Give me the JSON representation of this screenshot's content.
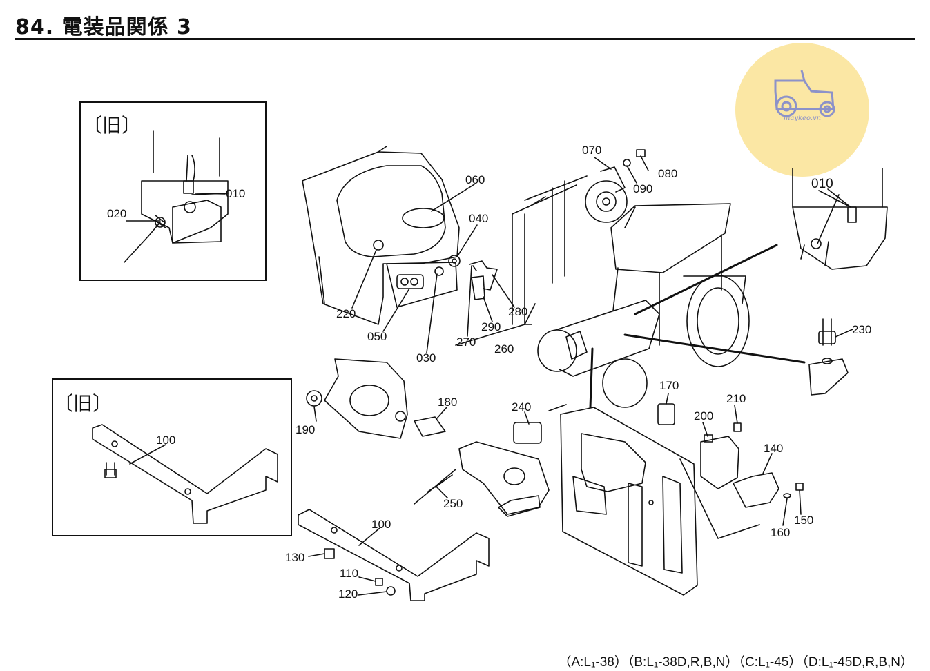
{
  "header": {
    "title": "84. 電装品関係 3"
  },
  "watermark": {
    "text": "maykeo.vn",
    "icon": "tractor-icon",
    "color": "#fbe7a4"
  },
  "insets": {
    "top": {
      "label": "〔旧〕"
    },
    "bottom": {
      "label": "〔旧〕"
    }
  },
  "callouts": {
    "inset_top_010": "010",
    "inset_top_020": "020",
    "p060": "060",
    "p040": "040",
    "p220": "220",
    "p050": "050",
    "p030": "030",
    "p270": "270",
    "p290": "290",
    "p280": "280",
    "p260": "260",
    "p070": "070",
    "p080": "080",
    "p090": "090",
    "p010_right": "010",
    "p230": "230",
    "p170": "170",
    "p210": "210",
    "p200": "200",
    "p140": "140",
    "p150": "150",
    "p160": "160",
    "p180": "180",
    "p190": "190",
    "p240": "240",
    "p250": "250",
    "inset_bottom_100": "100",
    "p100": "100",
    "p130": "130",
    "p110": "110",
    "p120": "120"
  },
  "footer": {
    "models": "（A:L₁-38）（B:L₁-38D,R,B,N）（C:L₁-45）（D:L₁-45D,R,B,N）"
  }
}
